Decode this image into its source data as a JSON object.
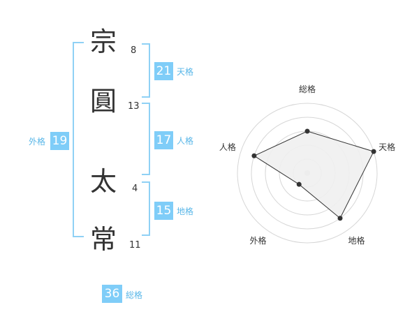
{
  "name": {
    "chars": [
      {
        "char": "宗",
        "strokes": "8"
      },
      {
        "char": "圓",
        "strokes": "13"
      },
      {
        "char": "太",
        "strokes": "4"
      },
      {
        "char": "常",
        "strokes": "11"
      }
    ]
  },
  "kakusu": {
    "tenkaku": {
      "value": "21",
      "label": "天格"
    },
    "jinkaku": {
      "value": "17",
      "label": "人格"
    },
    "chikaku": {
      "value": "15",
      "label": "地格"
    },
    "gaikaku": {
      "value": "19",
      "label": "外格"
    },
    "soukaku": {
      "value": "36",
      "label": "総格"
    }
  },
  "colors": {
    "accent": "#7fcdf8",
    "bracket": "#8fd1f5",
    "label": "#5ab7e8",
    "text": "#333333"
  },
  "chart_data": {
    "type": "radar",
    "axes": [
      "総格",
      "天格",
      "地格",
      "外格",
      "人格"
    ],
    "values": [
      3,
      5,
      4,
      1,
      4
    ],
    "max": 5,
    "rings": 5
  }
}
